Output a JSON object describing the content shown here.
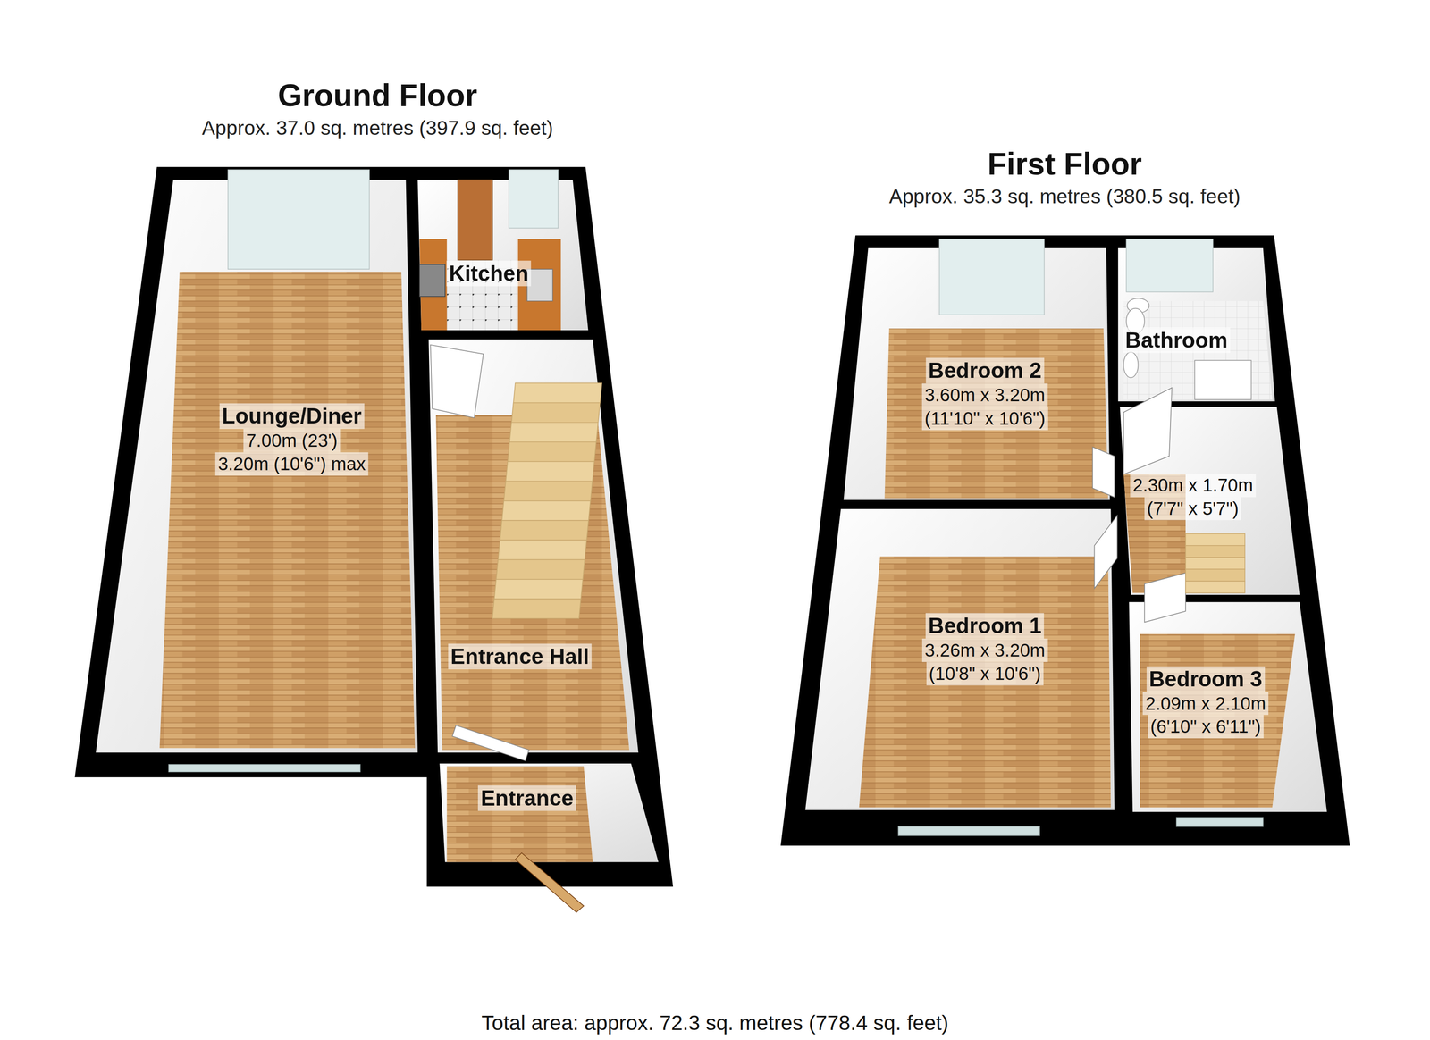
{
  "diagram": {
    "caption": "Total area: approx. 72.3 sq. metres (778.4 sq. feet)",
    "nodes": [
      {
        "text": [
          "Ground Floor",
          "Approx. 37.0 sq. metres (397.9 sq. feet)"
        ]
      },
      {
        "text": [
          "Kitchen"
        ],
        "in": 0
      },
      {
        "text": [
          "Lounge/Diner",
          "7.00m (23')",
          "3.20m (10'6\") max"
        ],
        "in": 0
      },
      {
        "text": [
          "Entrance Hall"
        ],
        "in": 0
      },
      {
        "text": [
          "Entrance"
        ],
        "in": 0
      },
      {
        "text": [
          "First Floor",
          "Approx. 35.3 sq. metres (380.5 sq. feet)"
        ]
      },
      {
        "text": [
          "Bedroom 2",
          "3.60m x 3.20m",
          "(11'10\" x 10'6\")"
        ],
        "in": 5
      },
      {
        "text": [
          "Bathroom"
        ],
        "in": 5
      },
      {
        "text": [
          "2.30m x 1.70m",
          "(7'7\" x 5'7\")"
        ],
        "in": 5
      },
      {
        "text": [
          "Bedroom 1",
          "3.26m x 3.20m",
          "(10'8\" x 10'6\")"
        ],
        "in": 5
      },
      {
        "text": [
          "Bedroom 3",
          "2.09m x 2.10m",
          "(6'10\" x 6'11\")"
        ],
        "in": 5
      }
    ]
  }
}
